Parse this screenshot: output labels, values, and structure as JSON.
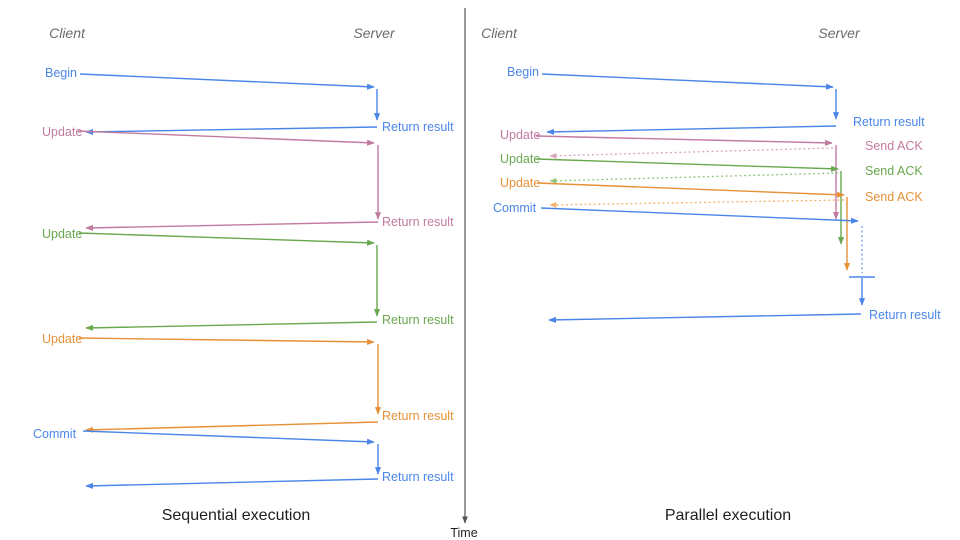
{
  "panels": {
    "sequential": {
      "client_header": "Client",
      "server_header": "Server",
      "title": "Sequential execution",
      "rows": [
        {
          "request": "Begin",
          "response": "Return result"
        },
        {
          "request": "Update",
          "response": "Return result"
        },
        {
          "request": "Update",
          "response": "Return result"
        },
        {
          "request": "Update",
          "response": "Return result"
        },
        {
          "request": "Commit",
          "response": "Return result"
        }
      ]
    },
    "parallel": {
      "client_header": "Client",
      "server_header": "Server",
      "title": "Parallel execution",
      "rows": [
        {
          "request": "Begin",
          "response": "Return result"
        },
        {
          "request": "Update",
          "response": "Send ACK"
        },
        {
          "request": "Update",
          "response": "Send ACK"
        },
        {
          "request": "Update",
          "response": "Send ACK"
        },
        {
          "request": "Commit",
          "response": "Return result"
        }
      ]
    }
  },
  "time_axis": {
    "label": "Time"
  },
  "colors": {
    "blue": "#4a86e8",
    "blue_light": "#6d9eeb",
    "pink": "#c27ba0",
    "pink_light": "#d5a6bd",
    "green": "#6aa84f",
    "green_light": "#93c47d",
    "orange": "#e69138",
    "orange_light": "#f6b26b",
    "axis": "#555555",
    "header_text": "#6b6b6b",
    "title_text": "#1f1f1f"
  }
}
